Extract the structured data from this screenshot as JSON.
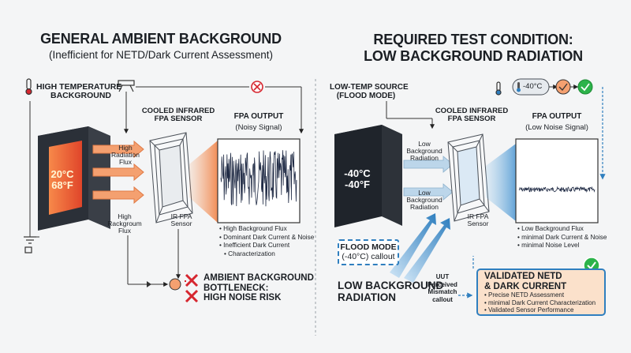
{
  "left": {
    "title": "GENERAL AMBIENT BACKGROUND",
    "subtitle": "(Inefficient for NETD/Dark Current Assessment)",
    "source_label": [
      "HIGH TEMPERATURE",
      "BACKGROUND"
    ],
    "temp": [
      "20°C",
      "68°F"
    ],
    "flux_top": [
      "High",
      "Radiation",
      "Flux"
    ],
    "flux_bottom": [
      "High",
      "Rackgroum",
      "Flux"
    ],
    "sensor_title": [
      "COOLED INFRARED",
      "FPA SENSOR"
    ],
    "ir_label": [
      "IR FPA",
      "Sensor"
    ],
    "output_title": "FPA OUTPUT",
    "output_sub": "(Noisy Signal)",
    "bullets": [
      "High Background Flux",
      "Dominant Dark Current & Noise",
      "Inefficient Dark Current",
      "Characterization"
    ],
    "bottleneck": [
      "AMBIENT BACKGROUND",
      "BOTTLENECK:",
      "HIGH NOISE RISK"
    ]
  },
  "right": {
    "title": [
      "REQUIRED TEST CONDITION:",
      "LOW BACKGROUND RADIATION"
    ],
    "source_label": [
      "LOW-TEMP SOURCE",
      "(FLOOD MODE)"
    ],
    "temp": [
      "-40°C",
      "-40°F"
    ],
    "flux_top": [
      "Low",
      "Background",
      "Radiation"
    ],
    "flux_bottom": [
      "Low",
      "Background",
      "Radiation"
    ],
    "sensor_title": [
      "COOLED INFRARED",
      "FPA SENSOR"
    ],
    "ir_label": [
      "IR FPA",
      "Sensor"
    ],
    "output_title": "FPA OUTPUT",
    "output_sub": "(Low Noise Signal)",
    "bullets": [
      "Low Background Flux",
      "minimal Dark Current & Noise",
      "minimal Noise Level"
    ],
    "gauge": "-40°C",
    "flood_callout": [
      "FLOOD MODE",
      "(-40°C) callout"
    ],
    "low_bg": [
      "LOW BACKGROUND",
      "RADIATION"
    ],
    "uut": [
      "UUT",
      "Perceived",
      "Mismatch",
      "callout"
    ],
    "validated_title": [
      "VALIDATED NETD",
      "& DARK CURRENT"
    ],
    "validated_bullets": [
      "Precise NETD Assessment",
      "minimal Dark Current Characterization",
      "Validated Sensor Performance"
    ]
  },
  "colors": {
    "orange": "#f08a4b",
    "blue": "#2f7fbf",
    "red": "#d6262f",
    "green": "#2cb34a",
    "dark": "#2b3038"
  }
}
